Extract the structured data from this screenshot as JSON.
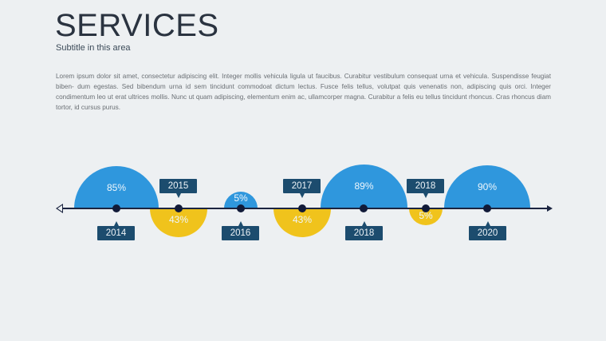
{
  "header": {
    "title": "SERVICES",
    "subtitle": "Subtitle in this area"
  },
  "body_text": "Lorem ipsum dolor sit amet, consectetur adipiscing elit. Integer mollis vehicula ligula ut faucibus. Curabitur vestibulum consequat urna et vehicula. Suspendisse feugiat biben- dum egestas. Sed bibendum urna id sem tincidunt commodoat dictum lectus. Fusce felis tellus, volutpat quis venenatis non, adipiscing quis orci. Integer condimentum leo ut erat ultrices mollis. Nunc ut quam adipiscing, elementum enim ac, ullamcorper magna. Curabitur a felis eu tellus tincidunt rhoncus. Cras rhoncus diam tortor, id cursus purus.",
  "colors": {
    "blue": "#2f97dd",
    "yellow": "#f0c31c",
    "axis": "#1b2440",
    "tag": "#1c4c6e",
    "background": "#edf0f2"
  },
  "timeline": {
    "points": [
      {
        "year": "2014",
        "value": "85%",
        "direction": "up",
        "color": "blue"
      },
      {
        "year": "2015",
        "value": "43%",
        "direction": "down",
        "color": "yellow"
      },
      {
        "year": "2016",
        "value": "5%",
        "direction": "up",
        "color": "blue"
      },
      {
        "year": "2017",
        "value": "43%",
        "direction": "down",
        "color": "yellow"
      },
      {
        "year": "2018",
        "value": "89%",
        "direction": "up",
        "color": "blue"
      },
      {
        "year": "2018",
        "value": "5%",
        "direction": "down",
        "color": "yellow"
      },
      {
        "year": "2020",
        "value": "90%",
        "direction": "up",
        "color": "blue"
      }
    ]
  },
  "chart_data": {
    "type": "timeline",
    "categories": [
      "2014",
      "2015",
      "2016",
      "2017",
      "2018",
      "2018",
      "2020"
    ],
    "values": [
      85,
      43,
      5,
      43,
      89,
      5,
      90
    ],
    "title": "SERVICES",
    "subtitle": "Subtitle in this area"
  }
}
